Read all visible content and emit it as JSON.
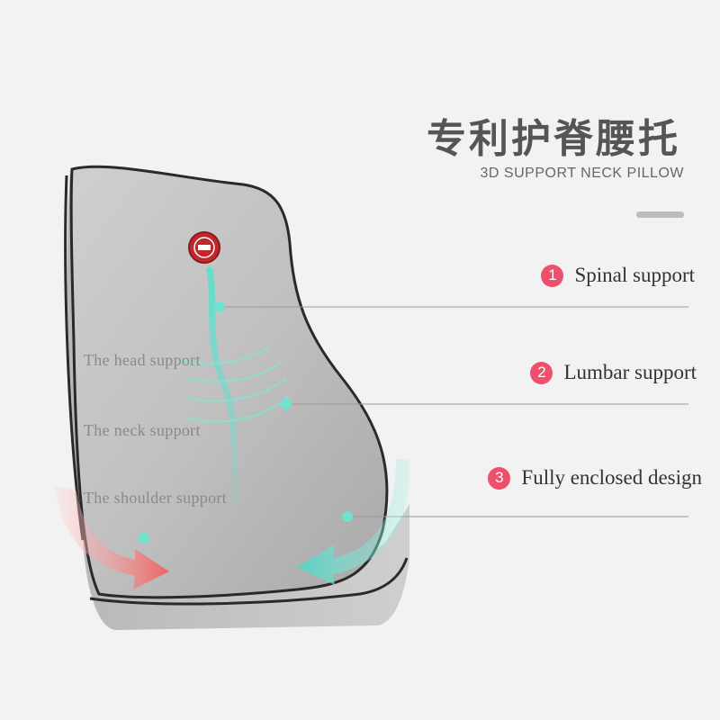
{
  "header": {
    "title_cn": "专利护脊腰托",
    "title_en": "3D SUPPORT NECK PILLOW"
  },
  "features": [
    {
      "number": "1",
      "label": "Spinal support"
    },
    {
      "number": "2",
      "label": "Lumbar support"
    },
    {
      "number": "3",
      "label": "Fully enclosed design"
    }
  ],
  "support_zones": [
    {
      "label": "The head support"
    },
    {
      "label": "The neck support"
    },
    {
      "label": "The shoulder support"
    }
  ],
  "colors": {
    "background": "#f2f2f2",
    "pillow": "#c2c2c2",
    "piping": "#2a2a2a",
    "number_badge": "#ee4f6d",
    "accent_teal": "#4fd6c3",
    "accent_red": "#f25a5a",
    "logo": "#c0282d"
  },
  "icons": [
    "brand-logo-icon",
    "left-arrow-icon",
    "right-arrow-icon"
  ]
}
